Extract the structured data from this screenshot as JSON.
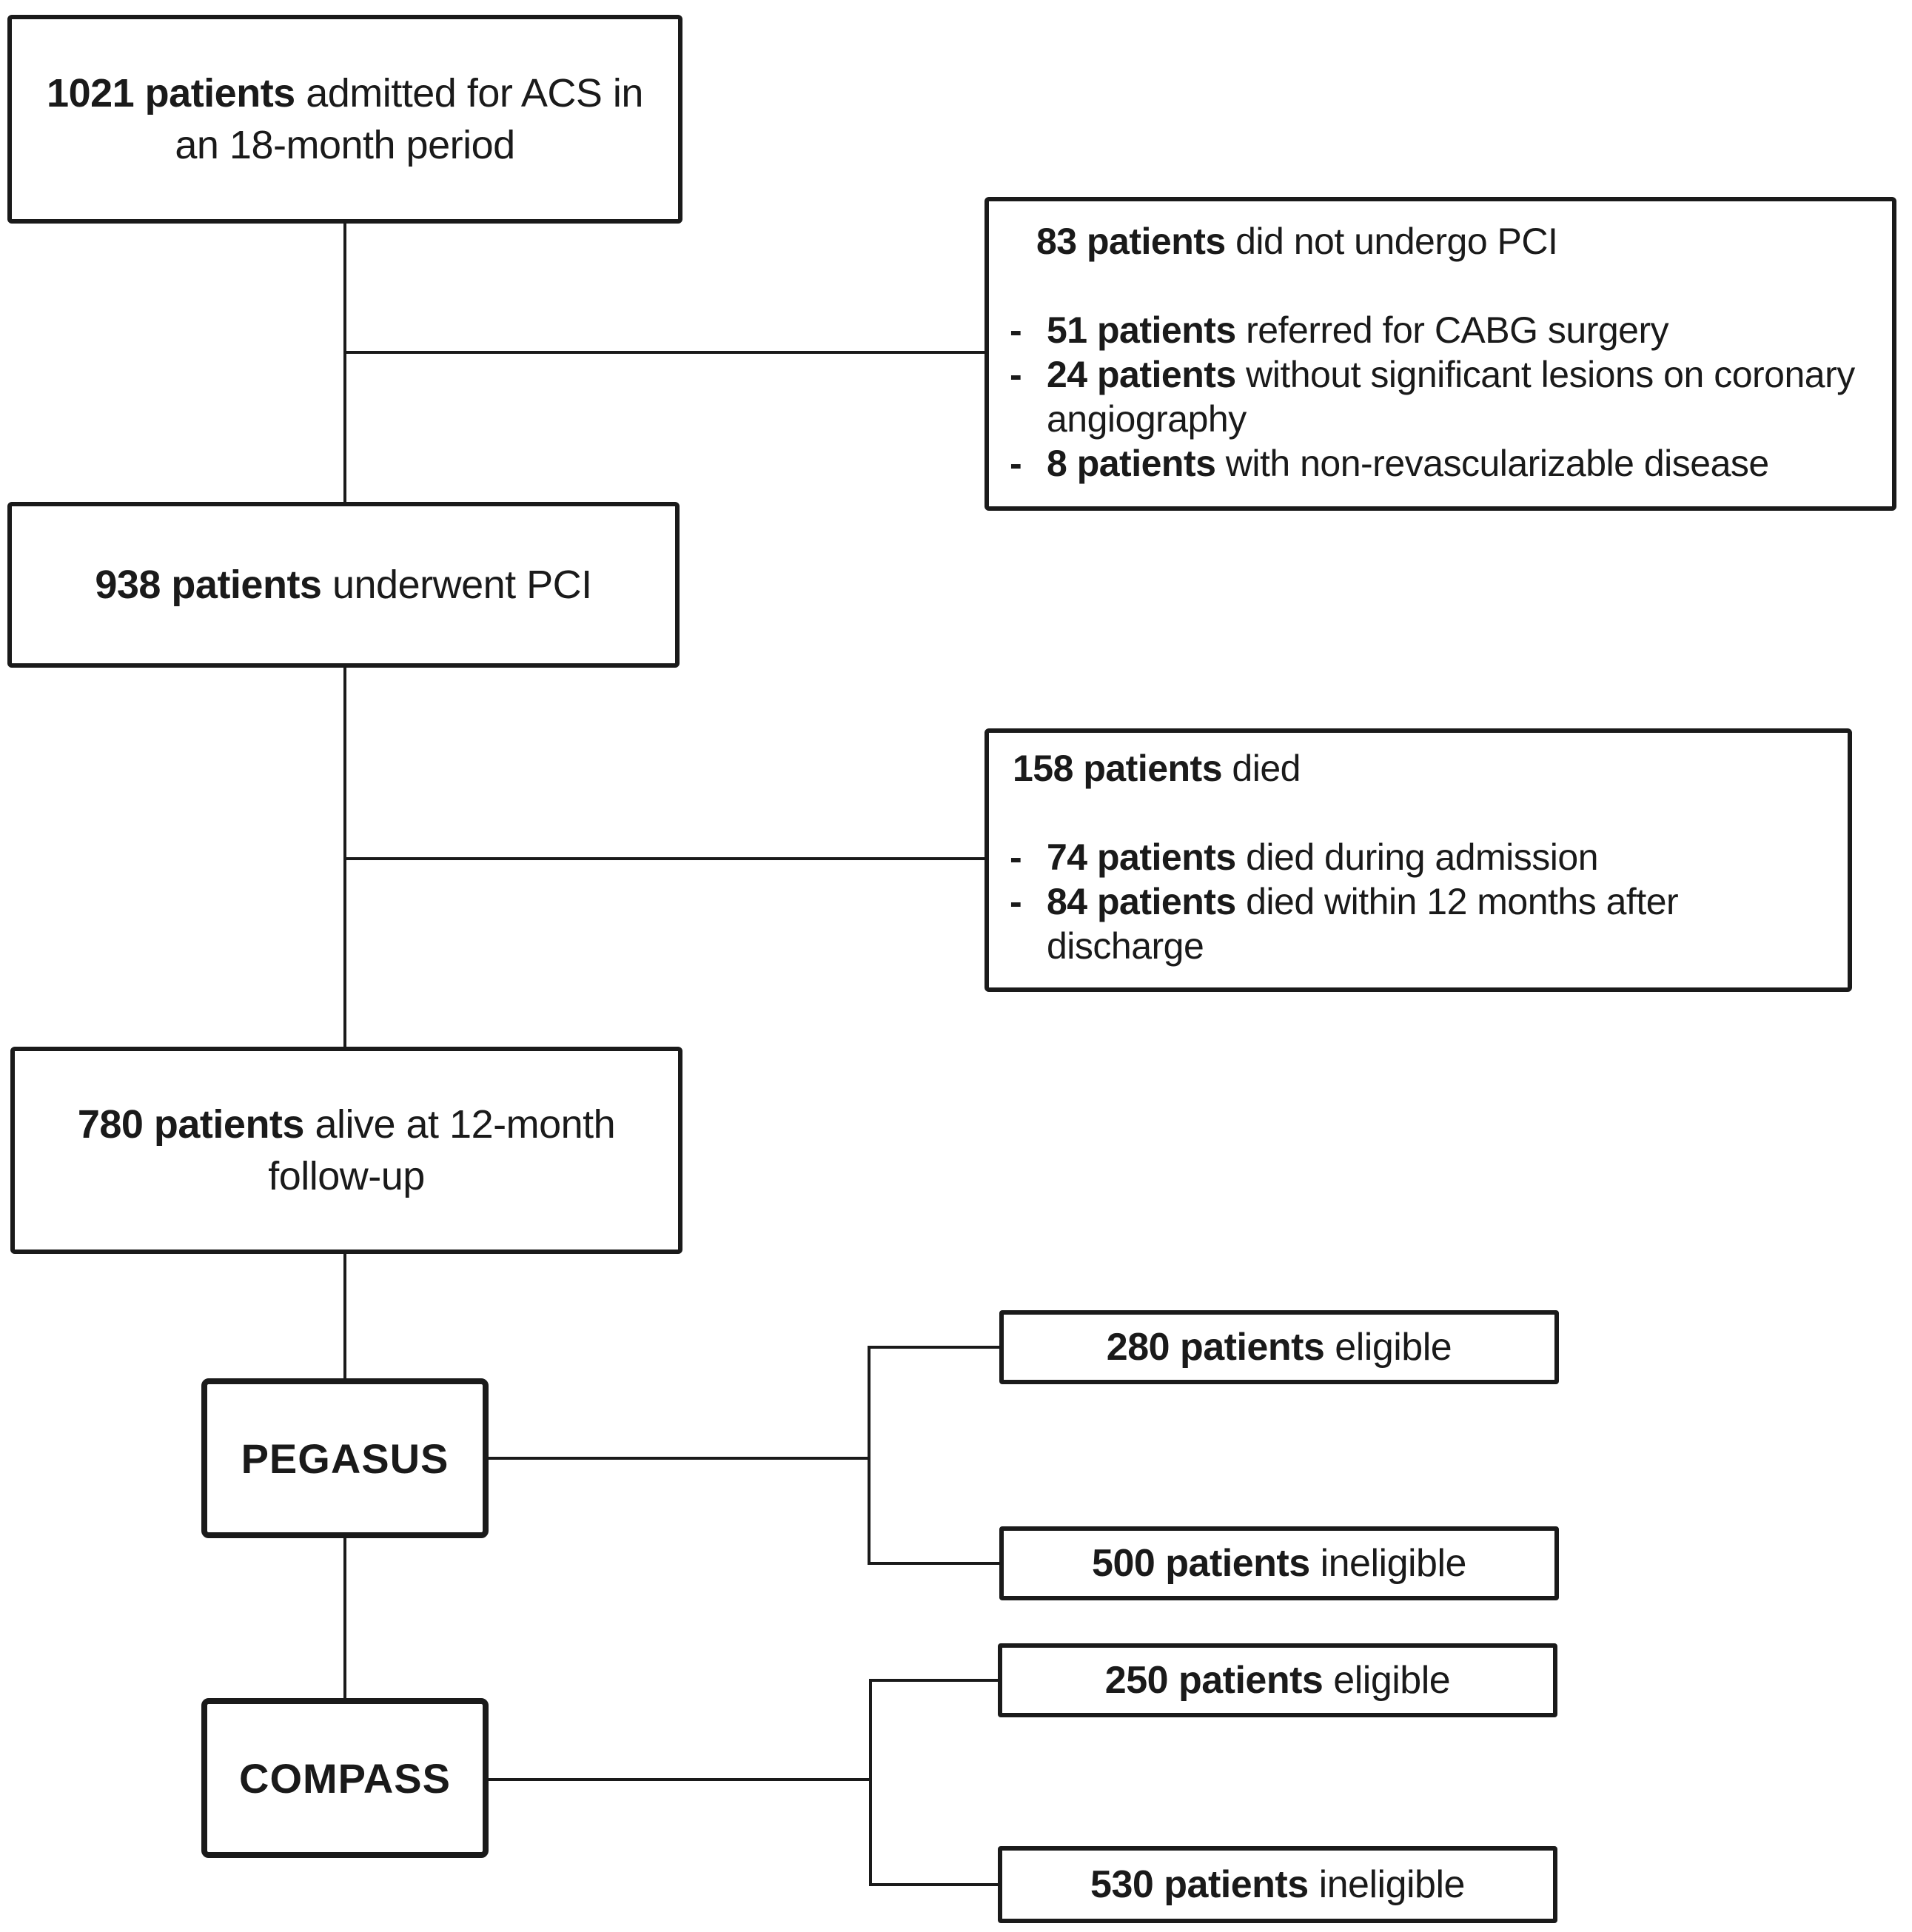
{
  "flowchart": {
    "bullet_char": "-",
    "colors": {
      "line": "#1a1a1a",
      "text": "#1a1a1a",
      "background": "#ffffff"
    },
    "box_acs": {
      "line1_bold": "1021 patients",
      "line1_rest": " admitted for ACS in",
      "line2": "an 18-month period"
    },
    "box_no_pci": {
      "title_bold": "83 patients",
      "title_rest": " did not undergo PCI",
      "items": [
        {
          "bold": "51 patients",
          "rest": " referred for CABG surgery"
        },
        {
          "bold": "24 patients",
          "rest": " without significant lesions on coronary angiography"
        },
        {
          "bold": "8 patients",
          "rest": " with non-revascularizable disease"
        }
      ]
    },
    "box_pci": {
      "bold": "938 patients",
      "rest": " underwent PCI"
    },
    "box_died": {
      "title_bold": "158 patients",
      "title_rest": " died",
      "items": [
        {
          "bold": "74 patients",
          "rest": " died during admission"
        },
        {
          "bold": "84 patients",
          "rest": " died within 12 months after discharge"
        }
      ]
    },
    "box_alive": {
      "line1_bold": "780 patients",
      "line1_rest": " alive at 12-month",
      "line2": "follow-up"
    },
    "box_pegasus": {
      "label": "PEGASUS"
    },
    "box_pegasus_eligible": {
      "bold": "280 patients",
      "rest": " eligible"
    },
    "box_pegasus_ineligible": {
      "bold": "500 patients",
      "rest": " ineligible"
    },
    "box_compass": {
      "label": "COMPASS"
    },
    "box_compass_eligible": {
      "bold": "250 patients",
      "rest": " eligible"
    },
    "box_compass_ineligible": {
      "bold": "530 patients",
      "rest": " ineligible"
    }
  }
}
